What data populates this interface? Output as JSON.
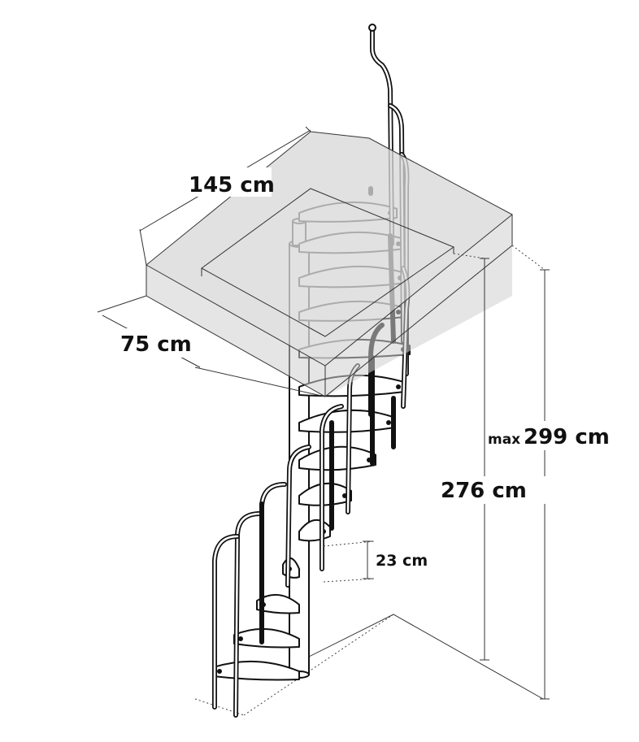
{
  "diagram": {
    "dimensions": {
      "opening_length": "145 cm",
      "opening_width": "75 cm",
      "max_height_prefix": "max",
      "max_height_value": "299 cm",
      "height": "276 cm",
      "step_rise": "23 cm"
    },
    "colors": {
      "line": "#111111",
      "slab_fill": "#d9d9d9",
      "background": "#ffffff"
    }
  }
}
